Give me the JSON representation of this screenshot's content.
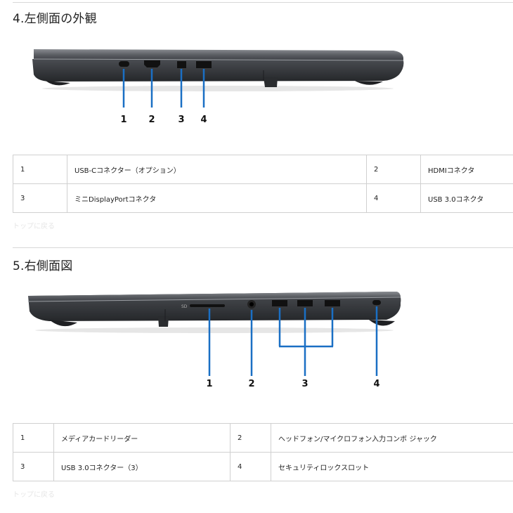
{
  "section_left": {
    "title": "4.左側面の外観",
    "callouts": [
      "1",
      "2",
      "3",
      "4"
    ],
    "table": [
      [
        {
          "num": "1",
          "label": "USB-Cコネクター（オプション）"
        },
        {
          "num": "2",
          "label": "HDMIコネクタ"
        }
      ],
      [
        {
          "num": "3",
          "label": "ミニDisplayPortコネクタ"
        },
        {
          "num": "4",
          "label": "USB 3.0コネクタ"
        }
      ]
    ],
    "faded_note": "トップに戻る"
  },
  "section_right": {
    "title": "5.右側面図",
    "callouts": [
      "1",
      "2",
      "3",
      "4"
    ],
    "table": [
      [
        {
          "num": "1",
          "label": "メディアカードリーダー"
        },
        {
          "num": "2",
          "label": "ヘッドフォン/マイクロフォン入力コンボ ジャック"
        }
      ],
      [
        {
          "num": "3",
          "label": "USB 3.0コネクター（3）"
        },
        {
          "num": "4",
          "label": "セキュリティロックスロット"
        }
      ]
    ],
    "faded_note": "トップに戻る"
  },
  "colors": {
    "callout_line": "#1a6fc4",
    "chassis_top": "#5b5e63",
    "chassis_bottom": "#2d2f33",
    "port": "#111111"
  }
}
